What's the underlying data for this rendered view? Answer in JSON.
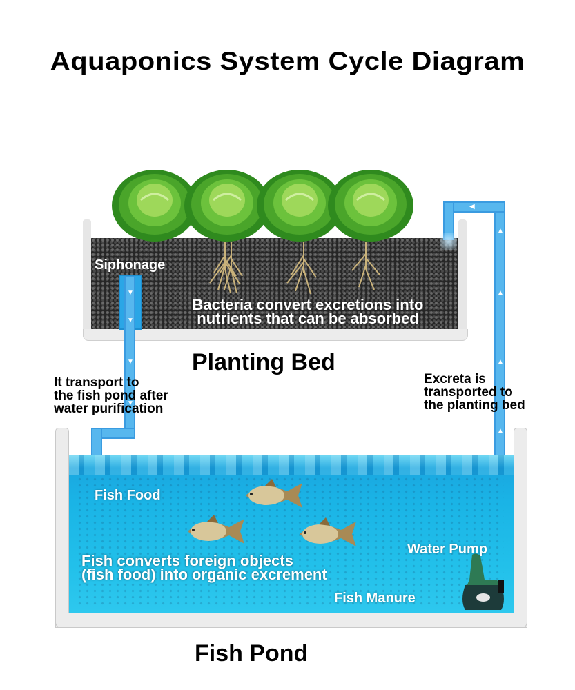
{
  "title": "Aquaponics System Cycle Diagram",
  "planting_bed": {
    "heading": "Planting Bed",
    "siphon_label": "Siphonage",
    "bacteria_note": {
      "line1": "Bacteria convert excretions into",
      "line2": "nutrients that can be absorbed"
    },
    "cabbage_count": 4
  },
  "left_note": {
    "line1": "It transport to",
    "line2": "the fish pond after",
    "line3": "water purification"
  },
  "right_note": {
    "line1": "Excreta is",
    "line2": "transported to",
    "line3": "the planting bed"
  },
  "fish_pond": {
    "heading": "Fish Pond",
    "fish_food_label": "Fish Food",
    "conversion_note": {
      "line1": "Fish converts foreign objects",
      "line2": "(fish food) into organic excrement"
    },
    "water_pump_label": "Water Pump",
    "fish_manure_label": "Fish Manure",
    "fish_count": 3
  },
  "colors": {
    "pipe": "#57b7ee",
    "water": "#1ab4e6",
    "gravel": "#262626",
    "tray": "#ececec",
    "cabbage_dark": "#2f8a1e",
    "cabbage_light": "#9ed85a"
  }
}
